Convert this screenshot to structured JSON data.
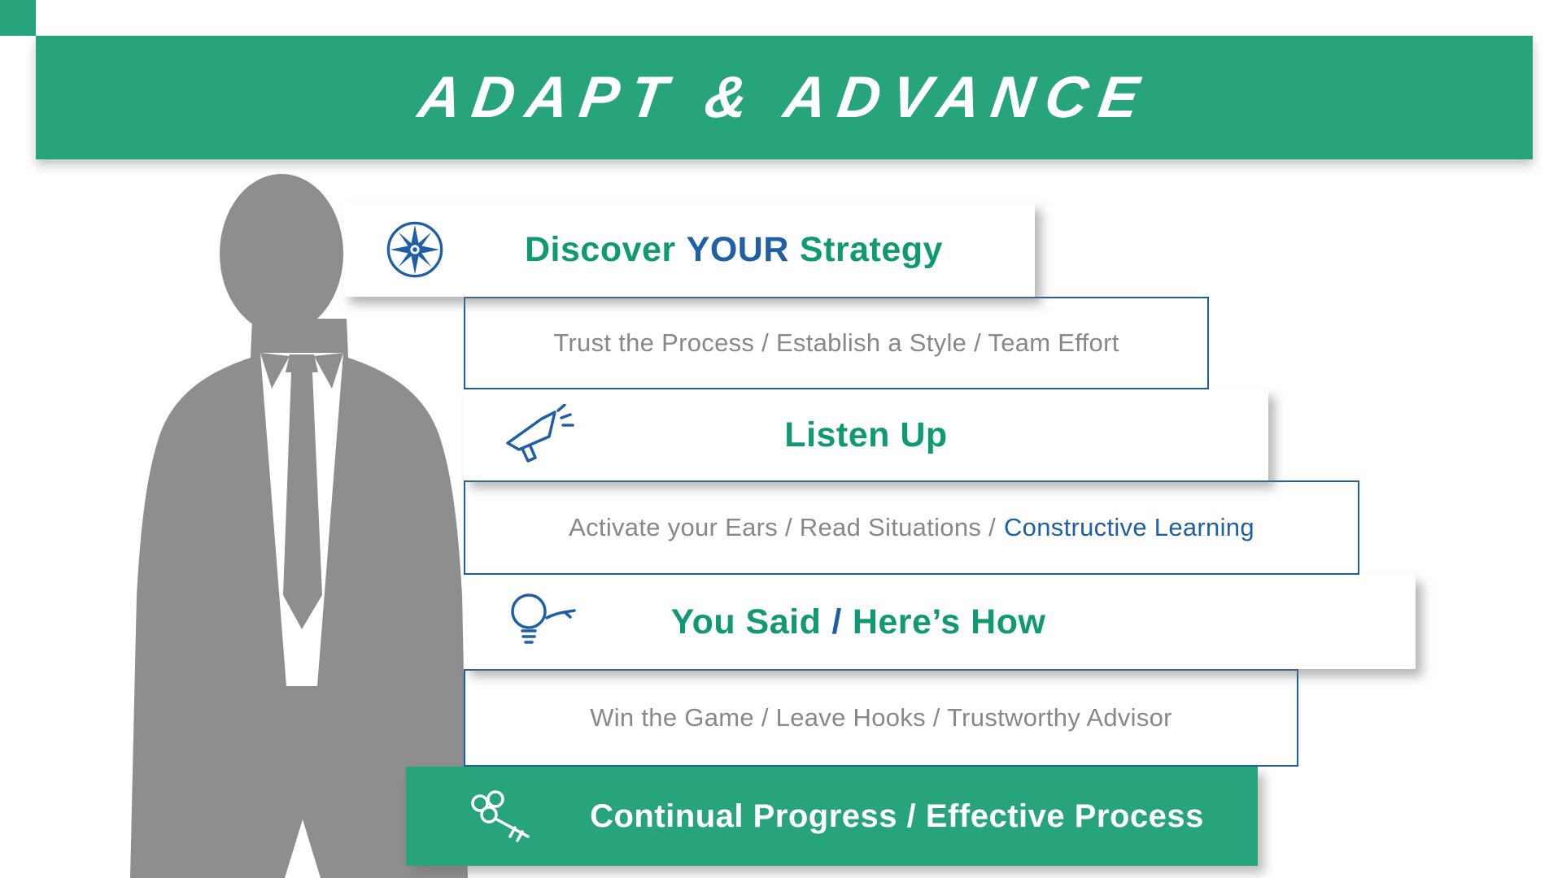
{
  "banner": {
    "title": "ADAPT & ADVANCE"
  },
  "colors": {
    "banner_green": "#27a47c",
    "heading_green": "#0f9a73",
    "blue": "#1e5fa6",
    "gray_text": "#86888b",
    "silhouette_gray": "#8e8e8e",
    "white": "#ffffff"
  },
  "steps": {
    "discover": {
      "lead": "Discover",
      "emphasis": "YOUR",
      "trail": "Strategy",
      "icon": "compass-icon"
    },
    "trust": {
      "text": "Trust the Process /  Establish a Style /  Team Effort"
    },
    "listen": {
      "title": "Listen Up",
      "icon": "megaphone-icon"
    },
    "activate": {
      "lead": "Activate your Ears /  Read Situations /",
      "emphasis": "Constructive Learning"
    },
    "you_said": {
      "lead": "You Said",
      "separator": "/",
      "trail": "Here’s How",
      "icon": "lightbulb-icon"
    },
    "win": {
      "text": "Win the Game / Leave Hooks / Trustworthy Advisor"
    },
    "continual": {
      "text": "Continual Progress / Effective Process",
      "icon": "key-icon"
    }
  }
}
